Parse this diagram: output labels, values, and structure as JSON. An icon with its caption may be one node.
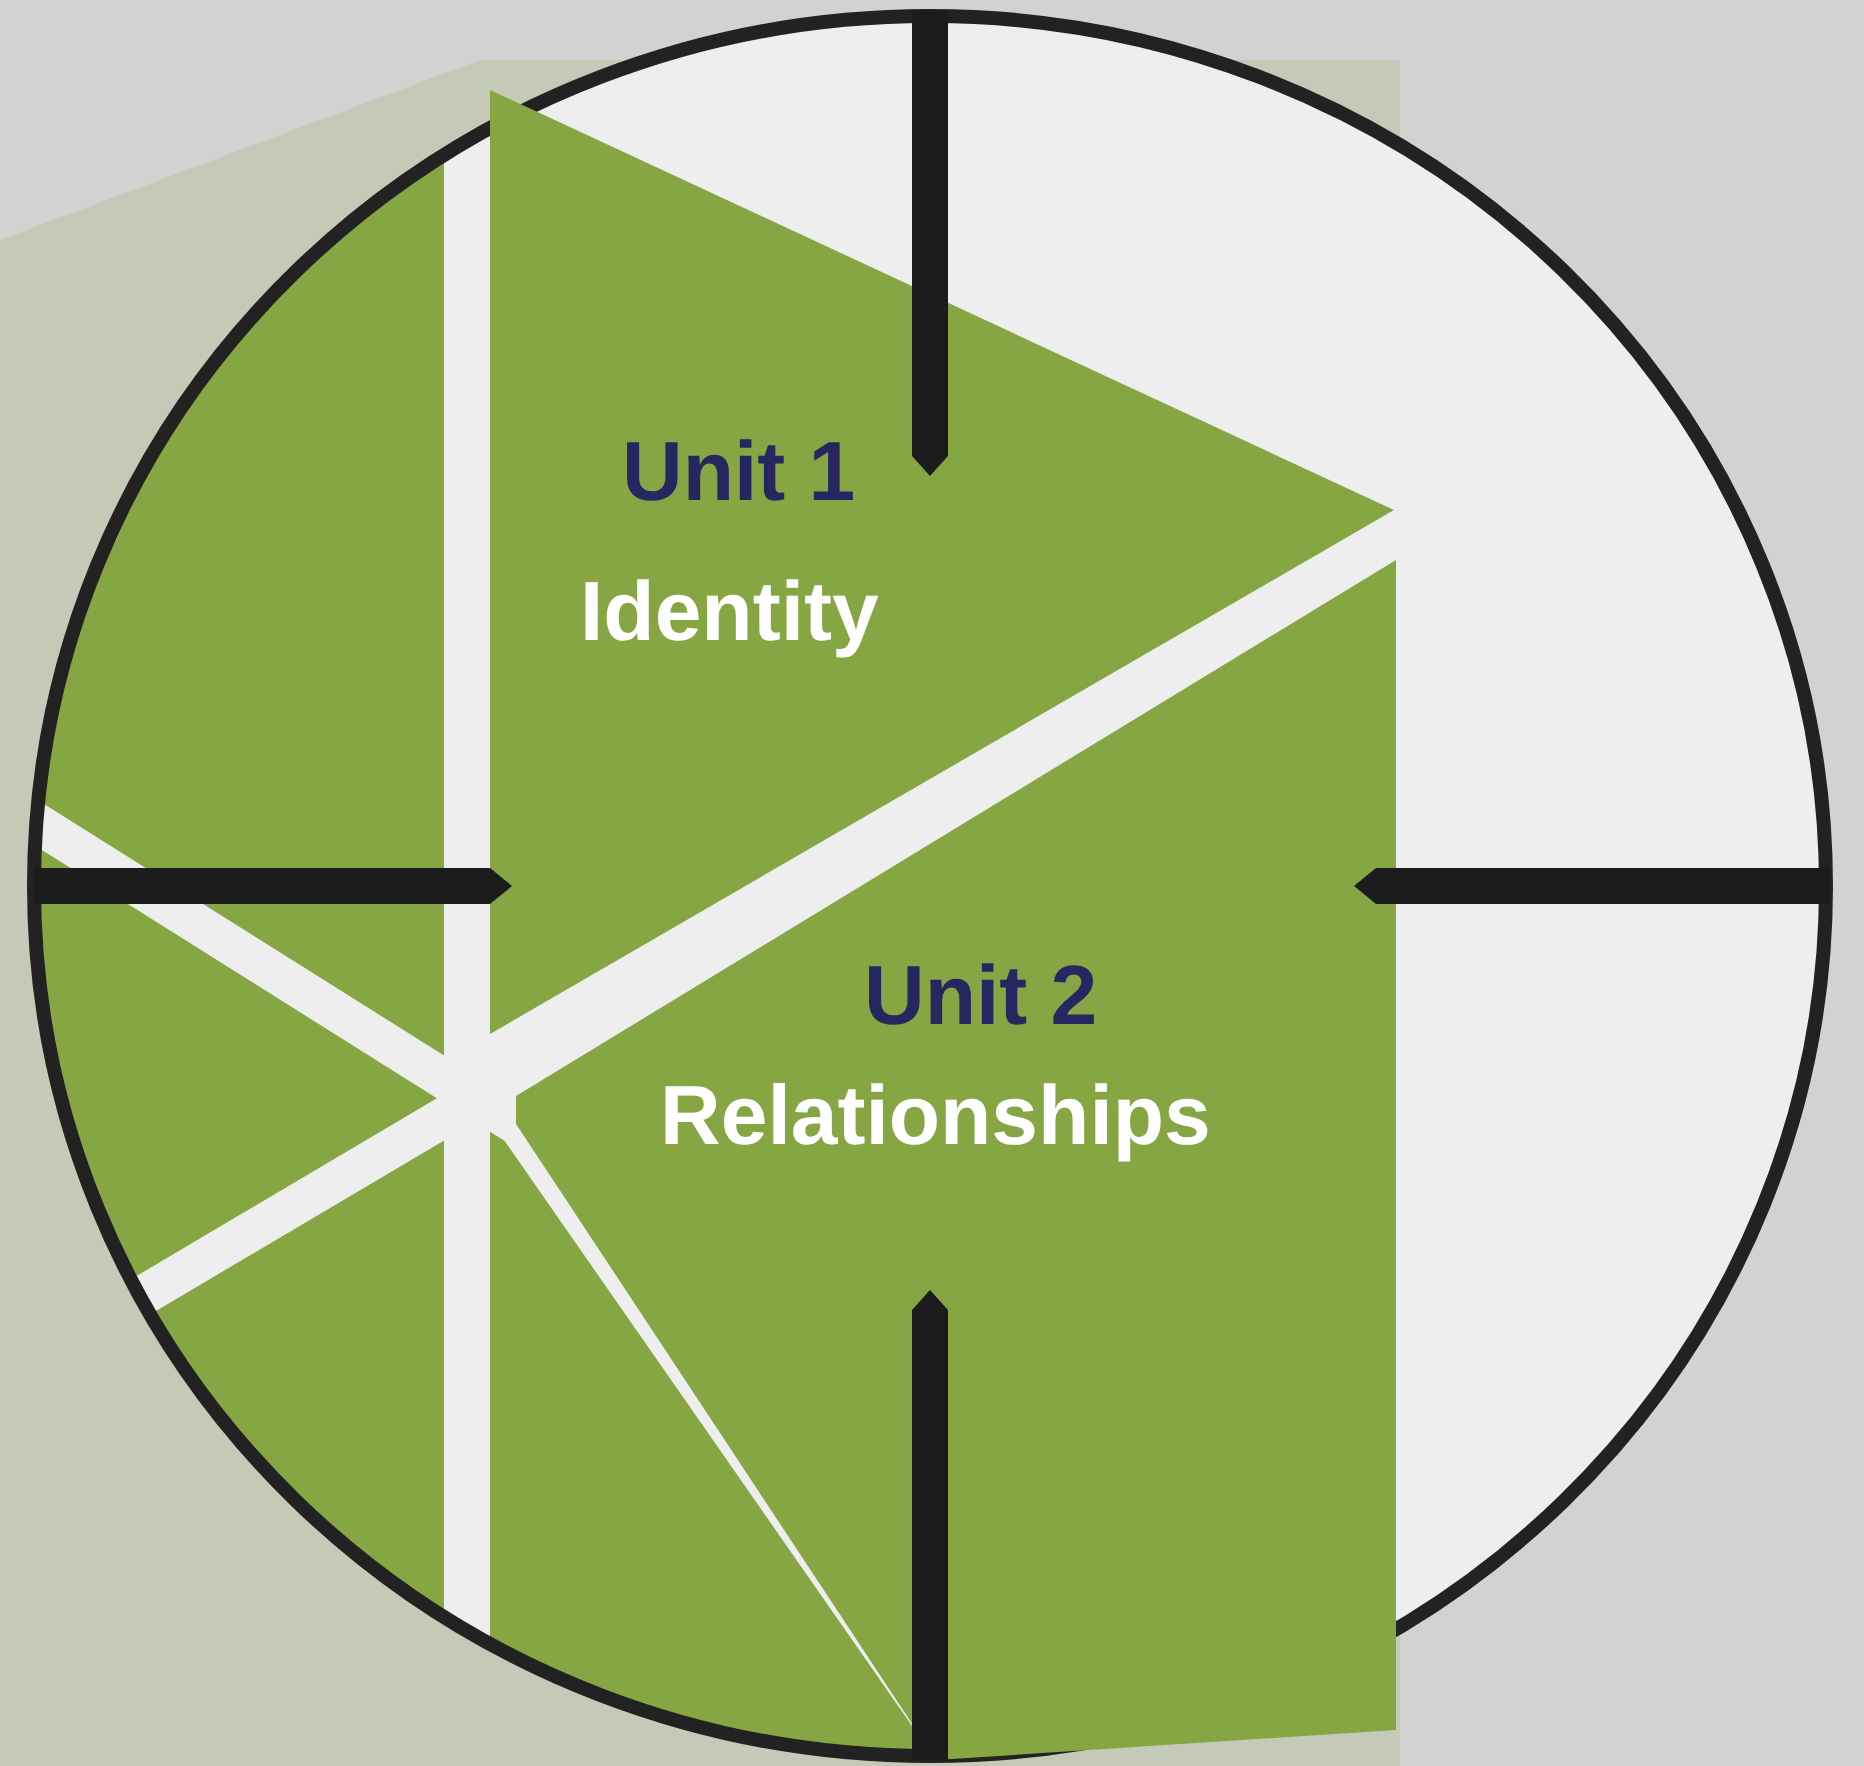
{
  "diagram": {
    "nodes": [
      {
        "text": [
          "Unit 1",
          "Identity"
        ]
      },
      {
        "text": [
          "Unit 2",
          "Relationships"
        ]
      }
    ]
  }
}
